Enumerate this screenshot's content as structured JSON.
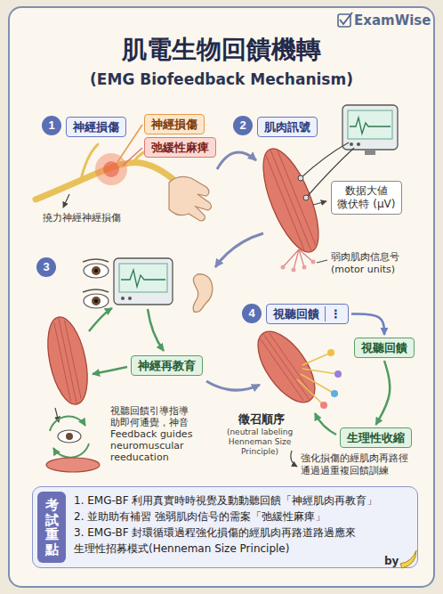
{
  "diagram": {
    "title": "肌電生物回饋機轉",
    "nodes": [
      {
        "text": [
          "1"
        ]
      },
      {
        "text": [
          "神經損傷"
        ]
      },
      {
        "text": [
          "神經損傷"
        ]
      },
      {
        "text": [
          "弛緩性麻痺"
        ]
      },
      {
        "text": [
          "2"
        ]
      },
      {
        "text": [
          "肌肉訊號"
        ]
      },
      {
        "text": [
          "数据大値 微伏特 (µV)"
        ]
      },
      {
        "text": [
          "3"
        ]
      },
      {
        "text": [
          "神經再教育"
        ]
      },
      {
        "text": [
          "4"
        ]
      },
      {
        "text": [
          "視聽回饋",
          "⋮"
        ]
      },
      {
        "text": [
          "視聽回饋"
        ]
      },
      {
        "text": [
          "生理性收縮"
        ]
      },
      {
        "text": [
          "1. EMG-BF 利用真實時時視覺及動動聽回饋「神經肌肉再教育」",
          "2. 並助助有補習 強弱肌肉信号的需案「弛緩性麻痺」",
          "3. EMG-BF 封環循環過程強化損傷的經肌肉再路道路過應來 生理性招募模式(Henneman Size Principle)"
        ]
      },
      {
        "text": [
          "考試重點"
        ],
        "in": 13
      }
    ],
    "edges": [
      {
        "from": 10,
        "to": 11,
        "arrow": "to"
      },
      {
        "from": 11,
        "to": 12,
        "arrow": "to"
      }
    ],
    "labels": [
      "(EMG Biofeedback Mechanism)",
      "ExamWise",
      "撓力神經神經損傷",
      "弱肉肌肉信息号 (motor units)",
      "視聽回饋引導指導 助即何通覺，神音 Feedback guides neuromuscular reeducation",
      "徵召順序",
      "(neutral labeling Henneman Size Principle)",
      "強化損傷的經肌肉再路徑 通過過重複回饋訓練",
      "by"
    ]
  }
}
